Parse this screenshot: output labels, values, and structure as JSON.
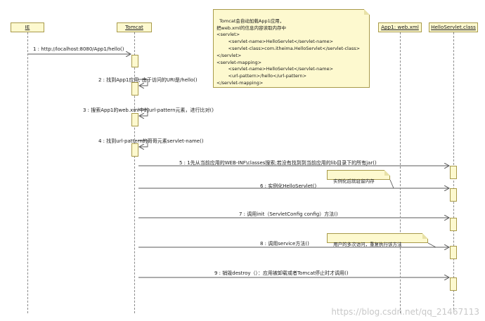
{
  "lifelines": [
    {
      "id": "ie",
      "label": "IE"
    },
    {
      "id": "tomcat",
      "label": "Tomcat"
    },
    {
      "id": "webxml",
      "label": "App1: web.xml"
    },
    {
      "id": "servlet",
      "label": "HelloServlet.class"
    }
  ],
  "messages": [
    {
      "label": "1 : http://localhost:8080/App1/hello()"
    },
    {
      "label": "2 : 找到App1应用, 由于访问的URI是/hello()"
    },
    {
      "label": "3 : 搜索App1的web.xml中的url-pattern元素，进行比对()"
    },
    {
      "label": "4 : 找到url-pattern的哥哥元素servlet-name()"
    },
    {
      "label": "5 : 1先从当前应用的WEB-INF\\classes搜索;若没有找到到当前应用的lib目录下的所有jar()"
    },
    {
      "label": "6 : 实例化HelloServlet()"
    },
    {
      "label": "7 : 调用init（ServletConfig config）方法()"
    },
    {
      "label": "8 : 调用service方法()"
    },
    {
      "label": "9 : 销毁destroy（）：应用被卸载或者Tomcat停止时才调用()"
    }
  ],
  "notes": {
    "webxml_note": "Tomcat会自动加载App1应用，\n把web.xml的信息内容读取内存中\n<servlet>\n        <servlet-name>HelloServlet</servlet-name>\n        <servlet-class>com.itheima.HelloServlet</servlet-class>\n</servlet>\n<servlet-mapping>\n        <servlet-name>HelloServlet</servlet-name>\n        <url-pattern>/hello</url-pattern>\n</servlet-mapping>",
    "instance_note": "实例化后就驻留内存",
    "service_note": "用户的多次访问，重复执行该方法"
  },
  "watermark": "https://blog.csdn.net/qq_21467113",
  "colors": {
    "fill": "#fdf9cf",
    "border": "#a89a4a",
    "line": "#8a8a8a",
    "arrow": "#5a5a5a"
  }
}
